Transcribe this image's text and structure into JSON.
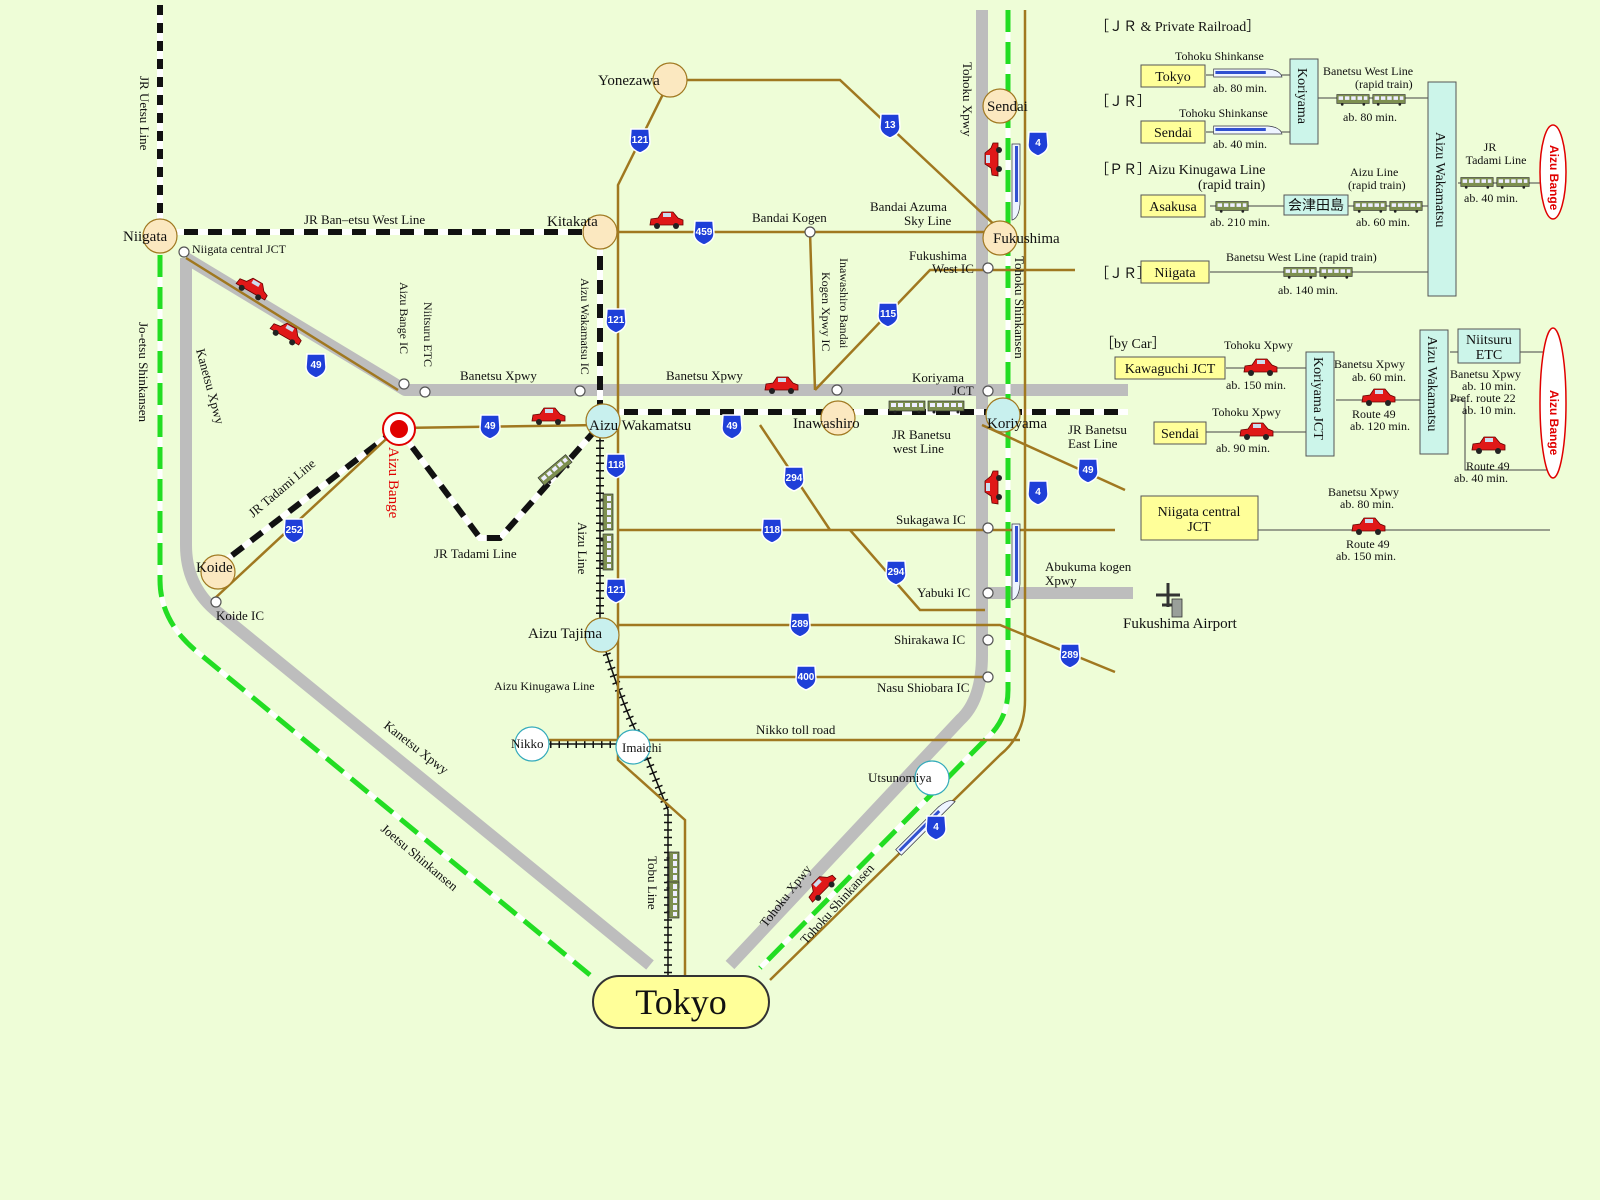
{
  "cities": {
    "tokyo": "Tokyo",
    "niigata": "Niigata",
    "kitakata": "Kitakata",
    "yonezawa": "Yonezawa",
    "sendai": "Sendai",
    "fukushima": "Fukushima",
    "koriyama": "Koriyama",
    "aizu_wakamatsu": "Aizu Wakamatsu",
    "inawashiro": "Inawashiro",
    "aizu_bange": "Aizu Bange",
    "koide": "Koide",
    "aizu_tajima": "Aizu Tajima",
    "nikko": "Nikko",
    "imaichi": "Imaichi",
    "utsunomiya": "Utsunomiya",
    "fukushima_airport": "Fukushima Airport"
  },
  "lines": {
    "jr_uetsu": "JR Uetsu Line",
    "jr_banetsu_west": "JR Ban–etsu West Line",
    "niigata_central_jct": "Niigata central JCT",
    "joetsu_shinkansen_left": "Jo-etsu Shinkansen",
    "kanetsu_xpwy_left": "Kanetsu Xpwy",
    "aizu_bange_ic": "Aizu Bange IC",
    "niitsuru_etc": "Niitsuru ETC",
    "banetsu_xpwy_1": "Banetsu Xpwy",
    "banetsu_xpwy_2": "Banetsu Xpwy",
    "aizu_wakamatsu_ic": "Aizu Wakamatsu IC",
    "jr_tadami_1": "JR Tadami Line",
    "jr_tadami_2": "JR Tadami Line",
    "bandai_kogen": "Bandai Kogen",
    "bandai_azuma": "Bandai Azuma",
    "sky_line": "Sky Line",
    "inawashiro_bandai": "Inawashiro Bandai",
    "kogen_xpwy_ic": "Kogen Xpwy IC",
    "fukushima_west_ic_1": "Fukushima",
    "fukushima_west_ic_2": "West IC",
    "tohoku_xpwy_top": "Tohoku Xpwy",
    "tohoku_shinkansen_mid": "Tohoku Shinkansen",
    "koriyama_jct_1": "Koriyama",
    "koriyama_jct_2": "JCT",
    "jr_banetsu_westline_1": "JR Banetsu",
    "jr_banetsu_westline_2": "west Line",
    "jr_banetsu_east_1": "JR Banetsu",
    "jr_banetsu_east_2": "East Line",
    "aizu_line": "Aizu Line",
    "sukagawa_ic": "Sukagawa IC",
    "yabuki_ic": "Yabuki IC",
    "abukuma_1": "Abukuma kogen",
    "abukuma_2": "Xpwy",
    "shirakawa_ic": "Shirakawa IC",
    "nasu_shiobara_ic": "Nasu Shiobara IC",
    "aizu_kinugawa_line": "Aizu Kinugawa Line",
    "nikko_toll_road": "Nikko toll road",
    "tobu_line": "Tobu Line",
    "koide_ic": "Koide IC",
    "kanetsu_xpwy_diag": "Kanetsu Xpwy",
    "joetsu_shinkansen_diag": "Joetsu Shinkansen",
    "tohoku_xpwy_diag": "Tohoku Xpwy",
    "tohoku_shinkansen_diag": "Tohoku Shinkansen"
  },
  "routes": {
    "r13": "13",
    "r121a": "121",
    "r121b": "121",
    "r121c": "121",
    "r459": "459",
    "r4a": "4",
    "r4b": "4",
    "r4c": "4",
    "r115": "115",
    "r49a": "49",
    "r49b": "49",
    "r49c": "49",
    "r49d": "49",
    "r118a": "118",
    "r118b": "118",
    "r252": "252",
    "r294a": "294",
    "r294b": "294",
    "r289a": "289",
    "r289b": "289",
    "r400": "400"
  },
  "legend": {
    "header": "［ＪＲ & Private Railroad］",
    "jr_tag": "［ＪＲ］",
    "pr_tag": "［ＰＲ］",
    "jr_tag2": "［ＪＲ］",
    "car_tag": "［by Car］",
    "tokyo": "Tokyo",
    "tokyo_line": "Tohoku Shinkanse",
    "tokyo_time": "ab. 80 min.",
    "sendai": "Sendai",
    "sendai_line": "Tohoku Shinkanse",
    "sendai_time": "ab. 40 min.",
    "koriyama_box": "Koriyama",
    "banetsu_west_1": "Banetsu West Line",
    "banetsu_west_2": "(rapid train)",
    "banetsu_west_time": "ab. 80 min.",
    "aizu_kinugawa_1": "Aizu Kinugawa Line",
    "aizu_kinugawa_2": "(rapid train)",
    "asakusa": "Asakusa",
    "asakusa_time": "ab. 210 min.",
    "aizu_tajima_jp": "会津田島",
    "aizu_line_1": "Aizu Line",
    "aizu_line_2": "(rapid train)",
    "aizu_line_time": "ab. 60 min.",
    "aizu_wakamatsu_box": "Aizu Wakamatsu",
    "jr_tadami_1": "JR",
    "jr_tadami_2": "Tadami Line",
    "jr_tadami_time": "ab. 40 min.",
    "aizu_bange_1": "Aizu Bange",
    "niigata": "Niigata",
    "niigata_line": "Banetsu West Line (rapid train)",
    "niigata_time": "ab. 140 min.",
    "kawaguchi": "Kawaguchi JCT",
    "kawaguchi_line": "Tohoku Xpwy",
    "kawaguchi_time": "ab. 150 min.",
    "car_sendai": "Sendai",
    "car_sendai_line": "Tohoku Xpwy",
    "car_sendai_time": "ab. 90 min.",
    "koriyama_jct_box": "Koriyama JCT",
    "banetsu_60_1": "Banetsu Xpwy",
    "banetsu_60_2": "ab. 60 min.",
    "route49_120_1": "Route 49",
    "route49_120_2": "ab. 120 min.",
    "aizu_wakamatsu_box2": "Aizu Wakamatsu",
    "niitsuru_1": "Niitsuru",
    "niitsuru_2": "ETC",
    "niitsuru_t1": "Banetsu Xpwy",
    "niitsuru_t2": "ab. 10 min.",
    "niitsuru_t3": "Pref. route 22",
    "niitsuru_t4": "ab. 10 min.",
    "route49_40_1": "Route 49",
    "route49_40_2": "ab. 40 min.",
    "aizu_bange_2": "Aizu Bange",
    "niigata_jct_1": "Niigata central",
    "niigata_jct_2": "JCT",
    "niigata_jct_t1": "Banetsu Xpwy",
    "niigata_jct_t2": "ab. 80 min.",
    "niigata_jct_t3": "Route 49",
    "niigata_jct_t4": "ab. 150 min."
  },
  "colors": {
    "background": "#eefdd7",
    "highway": "#bdbdbd",
    "local_road": "#a07820",
    "shinkansen": "#22dd22",
    "route_shield": "#1f3fd8",
    "city_node": "#fbe8c0",
    "station_node": "#c8f0ee",
    "label_box": "#ffff99",
    "legend_box": "#ccf5ea",
    "accent_red": "#e00000"
  }
}
